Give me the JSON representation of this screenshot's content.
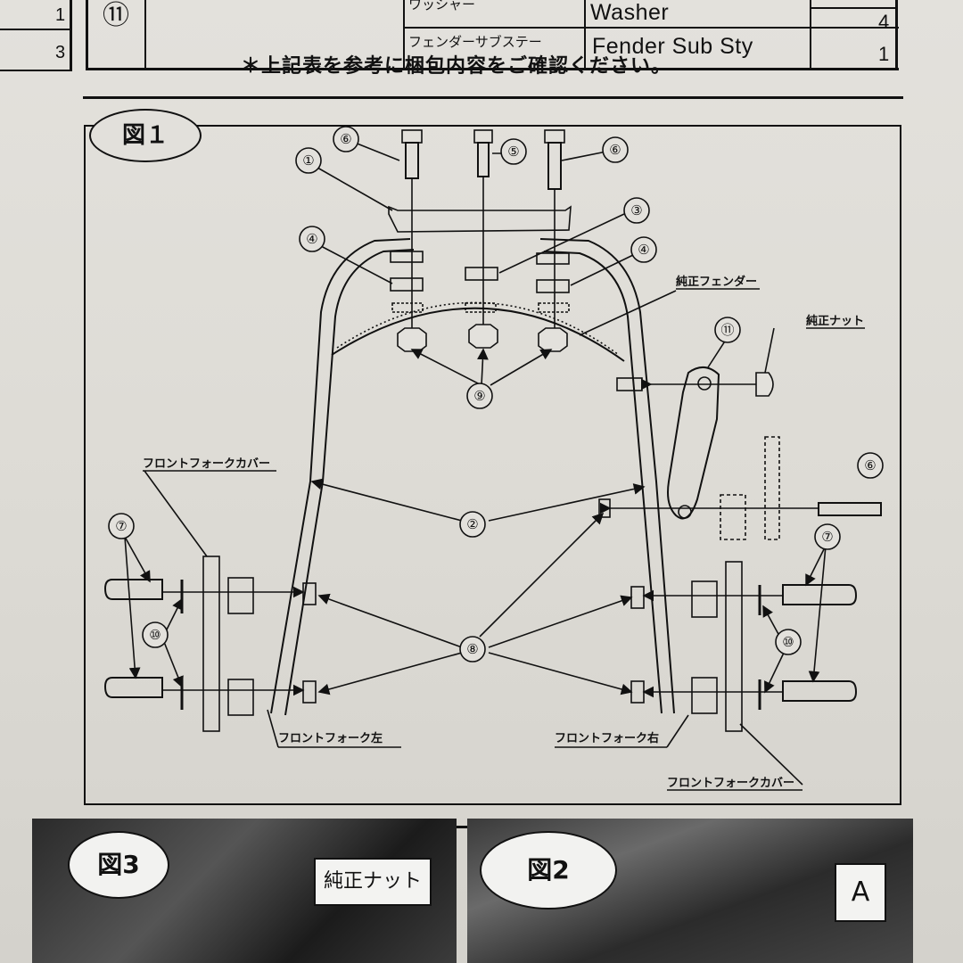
{
  "table": {
    "left_qty_1": "1",
    "left_qty_2": "3",
    "row1": {
      "num": "⑪",
      "jp": "ワッシャー",
      "en": "Washer",
      "qty": "4"
    },
    "row2": {
      "jp": "フェンダーサブステー",
      "en": "Fender Sub Sty",
      "qty": "1"
    }
  },
  "note": "＊上記表を参考に梱包内容をご確認ください。",
  "figure1": {
    "title": "図１",
    "callouts": [
      "①",
      "②",
      "③",
      "④",
      "④",
      "⑤",
      "⑥",
      "⑥",
      "⑥",
      "⑦",
      "⑦",
      "⑧",
      "⑨",
      "⑩",
      "⑩",
      "⑪"
    ],
    "labels": {
      "oem_fender": "純正フェンダー",
      "oem_nut": "純正ナット",
      "fork_cover_left": "フロントフォークカバー",
      "fork_left": "フロントフォーク左",
      "fork_right": "フロントフォーク右",
      "fork_cover_right": "フロントフォークカバー"
    }
  },
  "figure3": {
    "title": "図3",
    "label": "純正ナット"
  },
  "figure2": {
    "title": "図2",
    "label": "A"
  }
}
